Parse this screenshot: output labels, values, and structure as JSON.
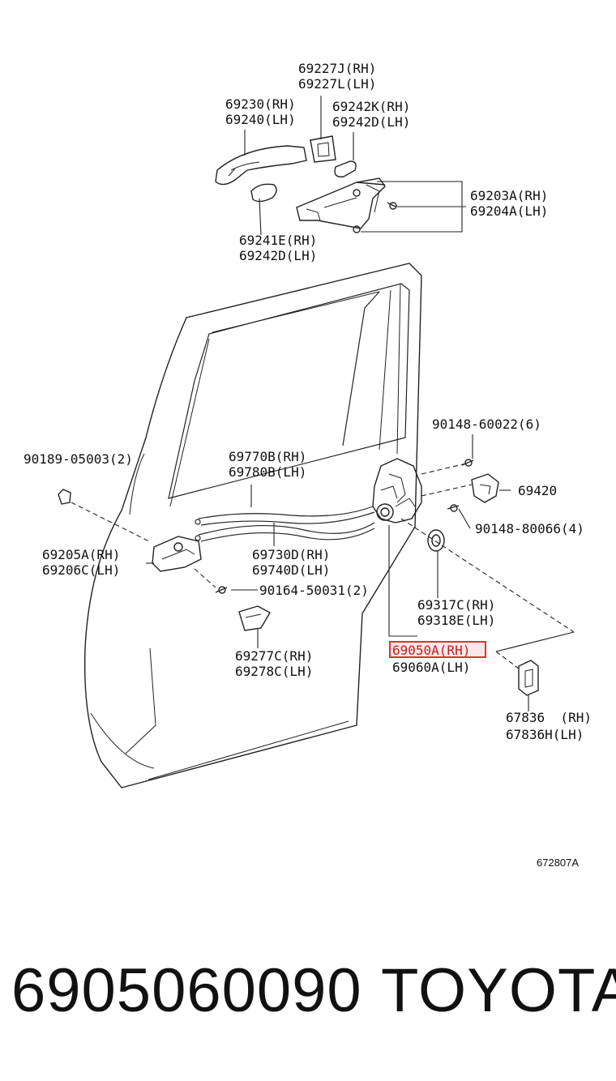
{
  "labels": {
    "p69227": [
      "69227J(RH)",
      "69227L(LH)"
    ],
    "p69230": [
      "69230(RH)",
      "69240(LH)"
    ],
    "p69242": [
      "69242K(RH)",
      "69242D(LH)"
    ],
    "p69203": [
      "69203A(RH)",
      "69204A(LH)"
    ],
    "p69241": [
      "69241E(RH)",
      "69242D(LH)"
    ],
    "p90148a": "90148-60022(6)",
    "p90189": "90189-05003(2)",
    "p69770": [
      "69770B(RH)",
      "69780B(LH)"
    ],
    "p69420": "69420",
    "p90148b": "90148-80066(4)",
    "p69205": [
      "69205A(RH)",
      "69206C(LH)"
    ],
    "p69730": [
      "69730D(RH)",
      "69740D(LH)"
    ],
    "p90164": "90164-50031(2)",
    "p69317": [
      "69317C(RH)",
      "69318E(LH)"
    ],
    "p69050": [
      "69050A(RH)",
      "69060A(LH)"
    ],
    "p69277": [
      "69277C(RH)",
      "69278C(LH)"
    ],
    "p67836": [
      "67836  (RH)",
      "67836H(LH)"
    ],
    "ref": "672807A"
  },
  "highlight_color": "#e03030",
  "footer": {
    "part_number": "6905060090",
    "brand": "TOYOTA"
  }
}
